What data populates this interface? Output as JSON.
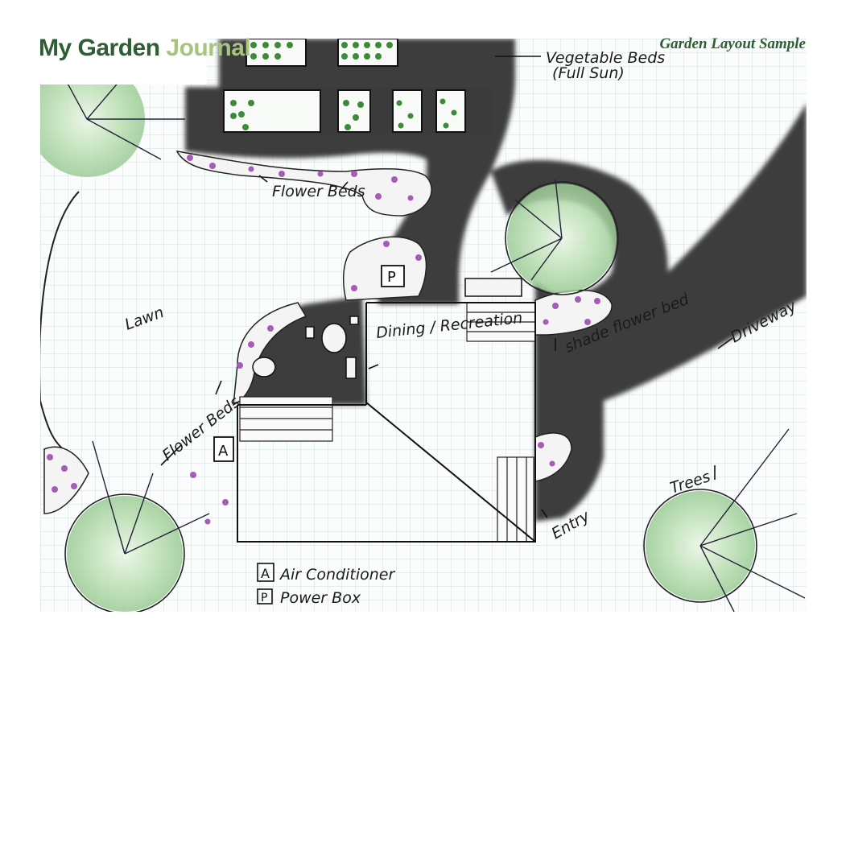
{
  "brand": {
    "part1": "My Garden",
    "part2": "Journal",
    "color_primary": "#2f5d34",
    "color_accent": "#a8c47e"
  },
  "header": {
    "title": "Garden Layout Sample"
  },
  "labels": {
    "vegetable_beds_1": "Vegetable Beds",
    "vegetable_beds_2": "(Full Sun)",
    "flower_beds_top": "Flower Beds",
    "lawn": "Lawn",
    "dining": "Dining / Recreation",
    "shade_bed": "shade flower bed",
    "driveway": "Driveway",
    "flower_beds_left": "Flower Beds",
    "entry": "Entry",
    "trees": "Trees",
    "marker_p": "P",
    "marker_a": "A"
  },
  "legend": {
    "items": [
      {
        "key": "A",
        "label": "Air Conditioner"
      },
      {
        "key": "P",
        "label": "Power Box"
      }
    ]
  },
  "colors": {
    "tree": "#a9d3a4",
    "path": "#3a3a3a",
    "grid": "#b9d4dc",
    "flower": "#a45cb8"
  }
}
